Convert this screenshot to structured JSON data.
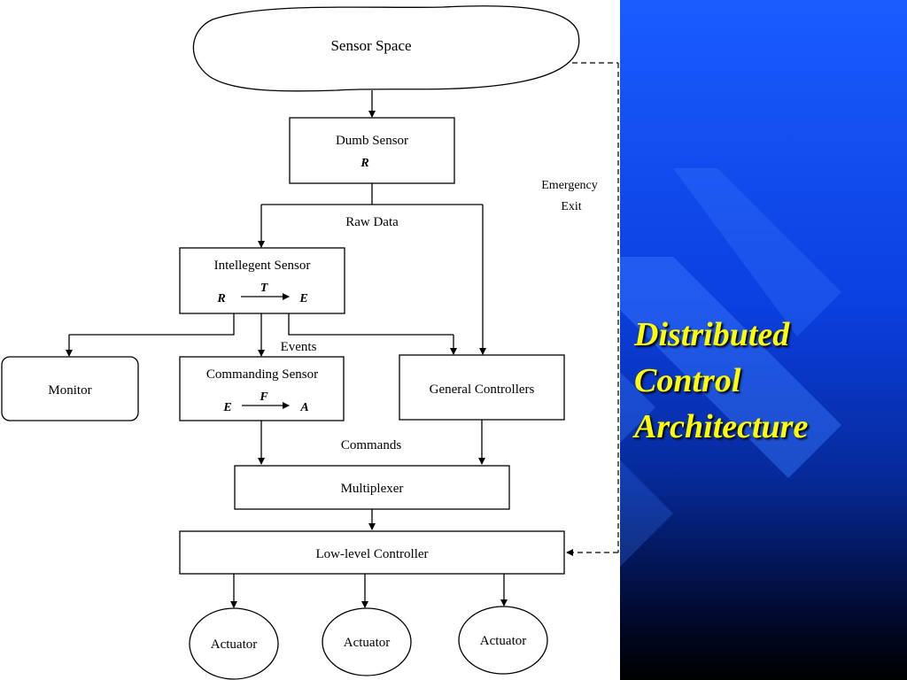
{
  "slide": {
    "title_lines": [
      "Distributed",
      "Control",
      "Architecture"
    ],
    "colors": {
      "title": "#ffff00",
      "panel_top": "#1a5cff",
      "panel_bottom": "#000000",
      "diagram_bg": "#ffffff"
    }
  },
  "diagram": {
    "sensor_space": "Sensor Space",
    "dumb_sensor": {
      "label": "Dumb Sensor",
      "symbol": "R"
    },
    "raw_data": "Raw Data",
    "emergency_exit": [
      "Emergency",
      "Exit"
    ],
    "intelligent_sensor": {
      "label": "Intellegent Sensor",
      "from": "R",
      "op": "T",
      "to": "E"
    },
    "events": "Events",
    "monitor": "Monitor",
    "commanding_sensor": {
      "label": "Commanding Sensor",
      "from": "E",
      "op": "F",
      "to": "A"
    },
    "general_controllers": "General Controllers",
    "commands": "Commands",
    "multiplexer": "Multiplexer",
    "low_level_controller": "Low-level Controller",
    "actuators": [
      "Actuator",
      "Actuator",
      "Actuator"
    ]
  }
}
